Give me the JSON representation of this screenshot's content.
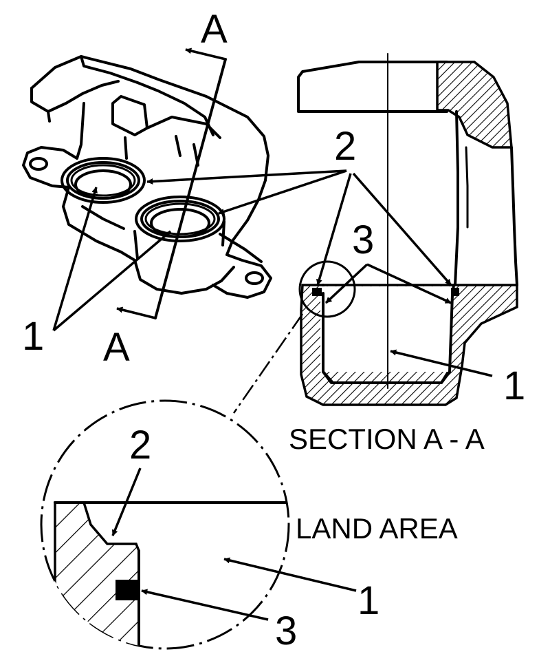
{
  "labels": {
    "section_a_top": "A",
    "section_a_bottom": "A",
    "callout_1_left": "1",
    "callout_2_top": "2",
    "callout_3_mid": "3",
    "callout_1_section": "1",
    "section_caption": "SECTION A - A",
    "detail_callout_2": "2",
    "land_area": "LAND AREA",
    "detail_callout_1": "1",
    "detail_callout_3": "3"
  },
  "colors": {
    "ink": "#000000",
    "paper": "#ffffff"
  }
}
